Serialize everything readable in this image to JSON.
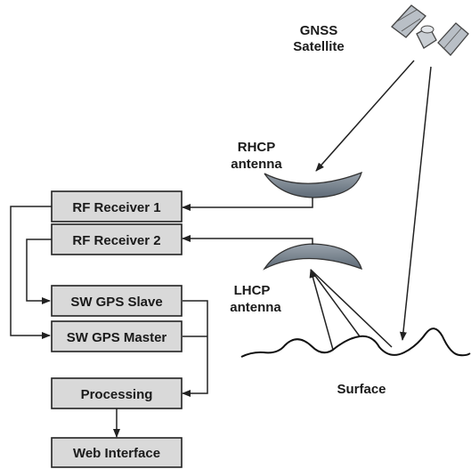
{
  "satellite": {
    "label_line1": "GNSS",
    "label_line2": "Satellite"
  },
  "rhcp": {
    "label_line1": "RHCP",
    "label_line2": "antenna"
  },
  "lhcp": {
    "label_line1": "LHCP",
    "label_line2": "antenna"
  },
  "surface": {
    "label": "Surface"
  },
  "blocks": {
    "rf_receiver_1": "RF Receiver 1",
    "rf_receiver_2": "RF Receiver 2",
    "sw_gps_slave": "SW GPS Slave",
    "sw_gps_master": "SW GPS Master",
    "processing": "Processing",
    "web_interface": "Web Interface"
  },
  "colors": {
    "block_fill": "#d9d9d9",
    "antenna_fill": "#808a96",
    "satellite_fill": "#b9bfc6",
    "line": "#222222"
  }
}
